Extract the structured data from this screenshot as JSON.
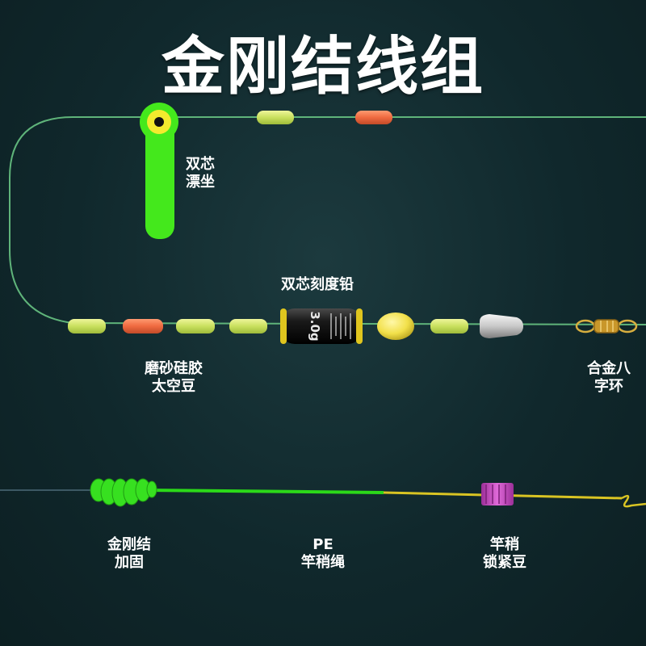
{
  "title": "金刚结线组",
  "labels": {
    "double_core_float": [
      "双芯",
      "漂坐"
    ],
    "scale_sinker": "双芯刻度铅",
    "sinker_marking": "3.0g",
    "frosted_beads": [
      "磨砂硅胶",
      "太空豆"
    ],
    "swivel": [
      "合金八",
      "字环"
    ],
    "knot": [
      "金刚结",
      "加固"
    ],
    "pe_line": [
      "PE",
      "竿稍绳"
    ],
    "tip_bead": [
      "竿稍",
      "锁紧豆"
    ]
  },
  "colors": {
    "background": "#12292d",
    "main_line": "#5fb47a",
    "float_green": "#44e81c",
    "bead_yellow_green": "#cfe36a",
    "bead_orange": "#f06e45",
    "pe_green": "#2bd919",
    "pe_yellow": "#d9c423",
    "tip_bead_purple": "#c84bc4"
  }
}
